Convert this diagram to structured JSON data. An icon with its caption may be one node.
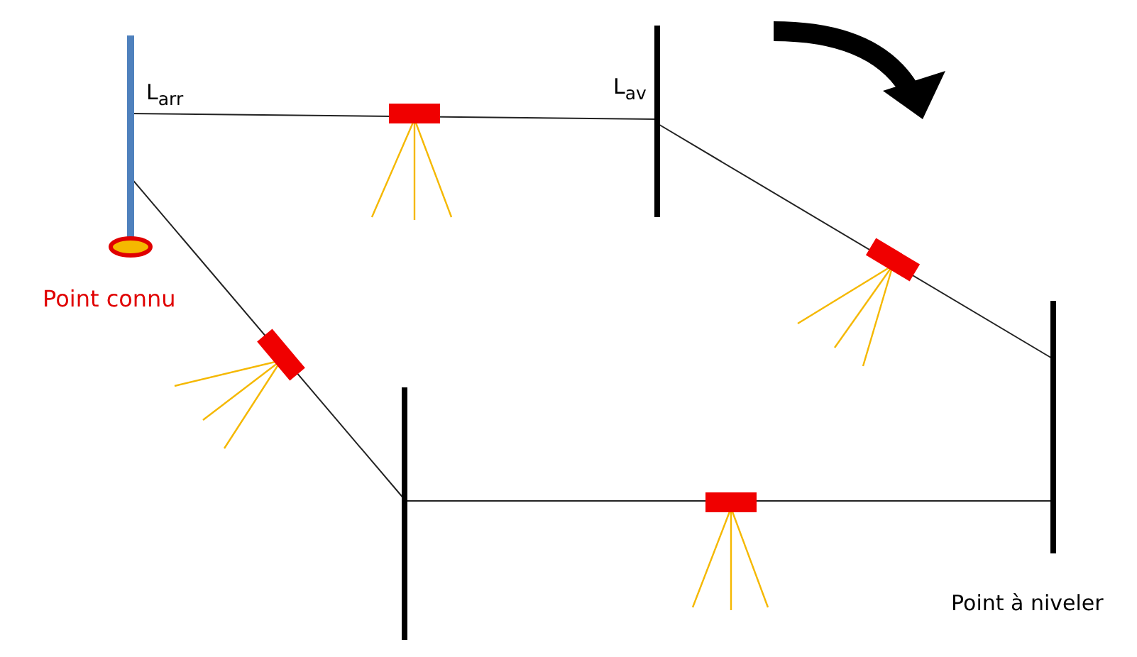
{
  "diagram": {
    "labels": [
      "L$_{arr}$",
      "L$_{av}$",
      "Point connu",
      "Point à niveler"
    ]
  }
}
